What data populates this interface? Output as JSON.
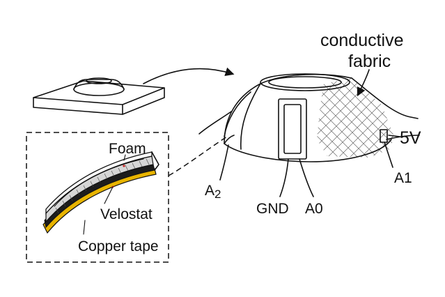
{
  "labels": {
    "conductive_fabric_line1": "conductive",
    "conductive_fabric_line2": "fabric",
    "five_volt": "5V",
    "a1": "A1",
    "a0": "A0",
    "gnd": "GND",
    "a2_main": "A",
    "a2_sub": "2",
    "foam": "Foam",
    "velostat": "Velostat",
    "copper_tape": "Copper tape"
  },
  "colors": {
    "ink": "#111111",
    "copper": "#e8b400",
    "mesh": "#6b6b6b",
    "foam_marker": "#cc2a2a"
  },
  "icons": {
    "flow_arrow": "curved-arrow-icon",
    "fabric_pointer": "pointer-arrow-icon"
  }
}
